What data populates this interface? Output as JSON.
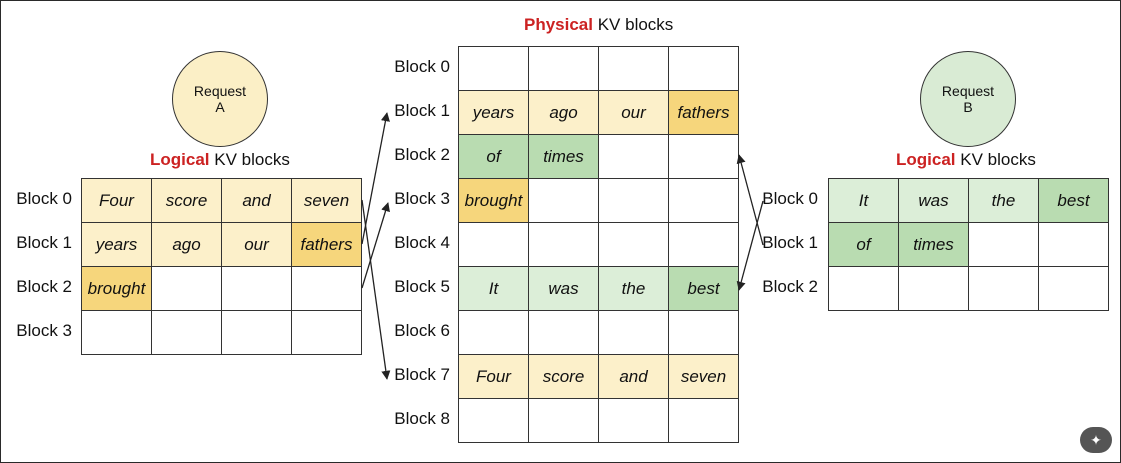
{
  "physical": {
    "title_hl": "Physical",
    "title_rest": " KV blocks",
    "labels": [
      "Block 0",
      "Block 1",
      "Block 2",
      "Block 3",
      "Block 4",
      "Block 5",
      "Block 6",
      "Block 7",
      "Block 8"
    ],
    "rows": [
      [
        {
          "t": "",
          "c": ""
        },
        {
          "t": "",
          "c": ""
        },
        {
          "t": "",
          "c": ""
        },
        {
          "t": "",
          "c": ""
        }
      ],
      [
        {
          "t": "years",
          "c": "y"
        },
        {
          "t": "ago",
          "c": "y"
        },
        {
          "t": "our",
          "c": "y"
        },
        {
          "t": "fathers",
          "c": "Y"
        }
      ],
      [
        {
          "t": "of",
          "c": "G"
        },
        {
          "t": "times",
          "c": "G"
        },
        {
          "t": "",
          "c": ""
        },
        {
          "t": "",
          "c": ""
        }
      ],
      [
        {
          "t": "brought",
          "c": "Y"
        },
        {
          "t": "",
          "c": ""
        },
        {
          "t": "",
          "c": ""
        },
        {
          "t": "",
          "c": ""
        }
      ],
      [
        {
          "t": "",
          "c": ""
        },
        {
          "t": "",
          "c": ""
        },
        {
          "t": "",
          "c": ""
        },
        {
          "t": "",
          "c": ""
        }
      ],
      [
        {
          "t": "It",
          "c": "g"
        },
        {
          "t": "was",
          "c": "g"
        },
        {
          "t": "the",
          "c": "g"
        },
        {
          "t": "best",
          "c": "G"
        }
      ],
      [
        {
          "t": "",
          "c": ""
        },
        {
          "t": "",
          "c": ""
        },
        {
          "t": "",
          "c": ""
        },
        {
          "t": "",
          "c": ""
        }
      ],
      [
        {
          "t": "Four",
          "c": "y"
        },
        {
          "t": "score",
          "c": "y"
        },
        {
          "t": "and",
          "c": "y"
        },
        {
          "t": "seven",
          "c": "y"
        }
      ],
      [
        {
          "t": "",
          "c": ""
        },
        {
          "t": "",
          "c": ""
        },
        {
          "t": "",
          "c": ""
        },
        {
          "t": "",
          "c": ""
        }
      ]
    ]
  },
  "requestA": {
    "circle_line1": "Request",
    "circle_line2": "A",
    "title_hl": "Logical",
    "title_rest": " KV blocks",
    "labels": [
      "Block 0",
      "Block 1",
      "Block 2",
      "Block 3"
    ],
    "rows": [
      [
        {
          "t": "Four",
          "c": "y"
        },
        {
          "t": "score",
          "c": "y"
        },
        {
          "t": "and",
          "c": "y"
        },
        {
          "t": "seven",
          "c": "y"
        }
      ],
      [
        {
          "t": "years",
          "c": "y"
        },
        {
          "t": "ago",
          "c": "y"
        },
        {
          "t": "our",
          "c": "y"
        },
        {
          "t": "fathers",
          "c": "Y"
        }
      ],
      [
        {
          "t": "brought",
          "c": "Y"
        },
        {
          "t": "",
          "c": ""
        },
        {
          "t": "",
          "c": ""
        },
        {
          "t": "",
          "c": ""
        }
      ],
      [
        {
          "t": "",
          "c": ""
        },
        {
          "t": "",
          "c": ""
        },
        {
          "t": "",
          "c": ""
        },
        {
          "t": "",
          "c": ""
        }
      ]
    ]
  },
  "requestB": {
    "circle_line1": "Request",
    "circle_line2": "B",
    "title_hl": "Logical",
    "title_rest": " KV blocks",
    "labels": [
      "Block 0",
      "Block 1",
      "Block 2"
    ],
    "rows": [
      [
        {
          "t": "It",
          "c": "g"
        },
        {
          "t": "was",
          "c": "g"
        },
        {
          "t": "the",
          "c": "g"
        },
        {
          "t": "best",
          "c": "G"
        }
      ],
      [
        {
          "t": "of",
          "c": "G"
        },
        {
          "t": "times",
          "c": "G"
        },
        {
          "t": "",
          "c": ""
        },
        {
          "t": "",
          "c": ""
        }
      ],
      [
        {
          "t": "",
          "c": ""
        },
        {
          "t": "",
          "c": ""
        },
        {
          "t": "",
          "c": ""
        },
        {
          "t": "",
          "c": ""
        }
      ]
    ]
  },
  "badge_icon": "magic-wand-icon"
}
